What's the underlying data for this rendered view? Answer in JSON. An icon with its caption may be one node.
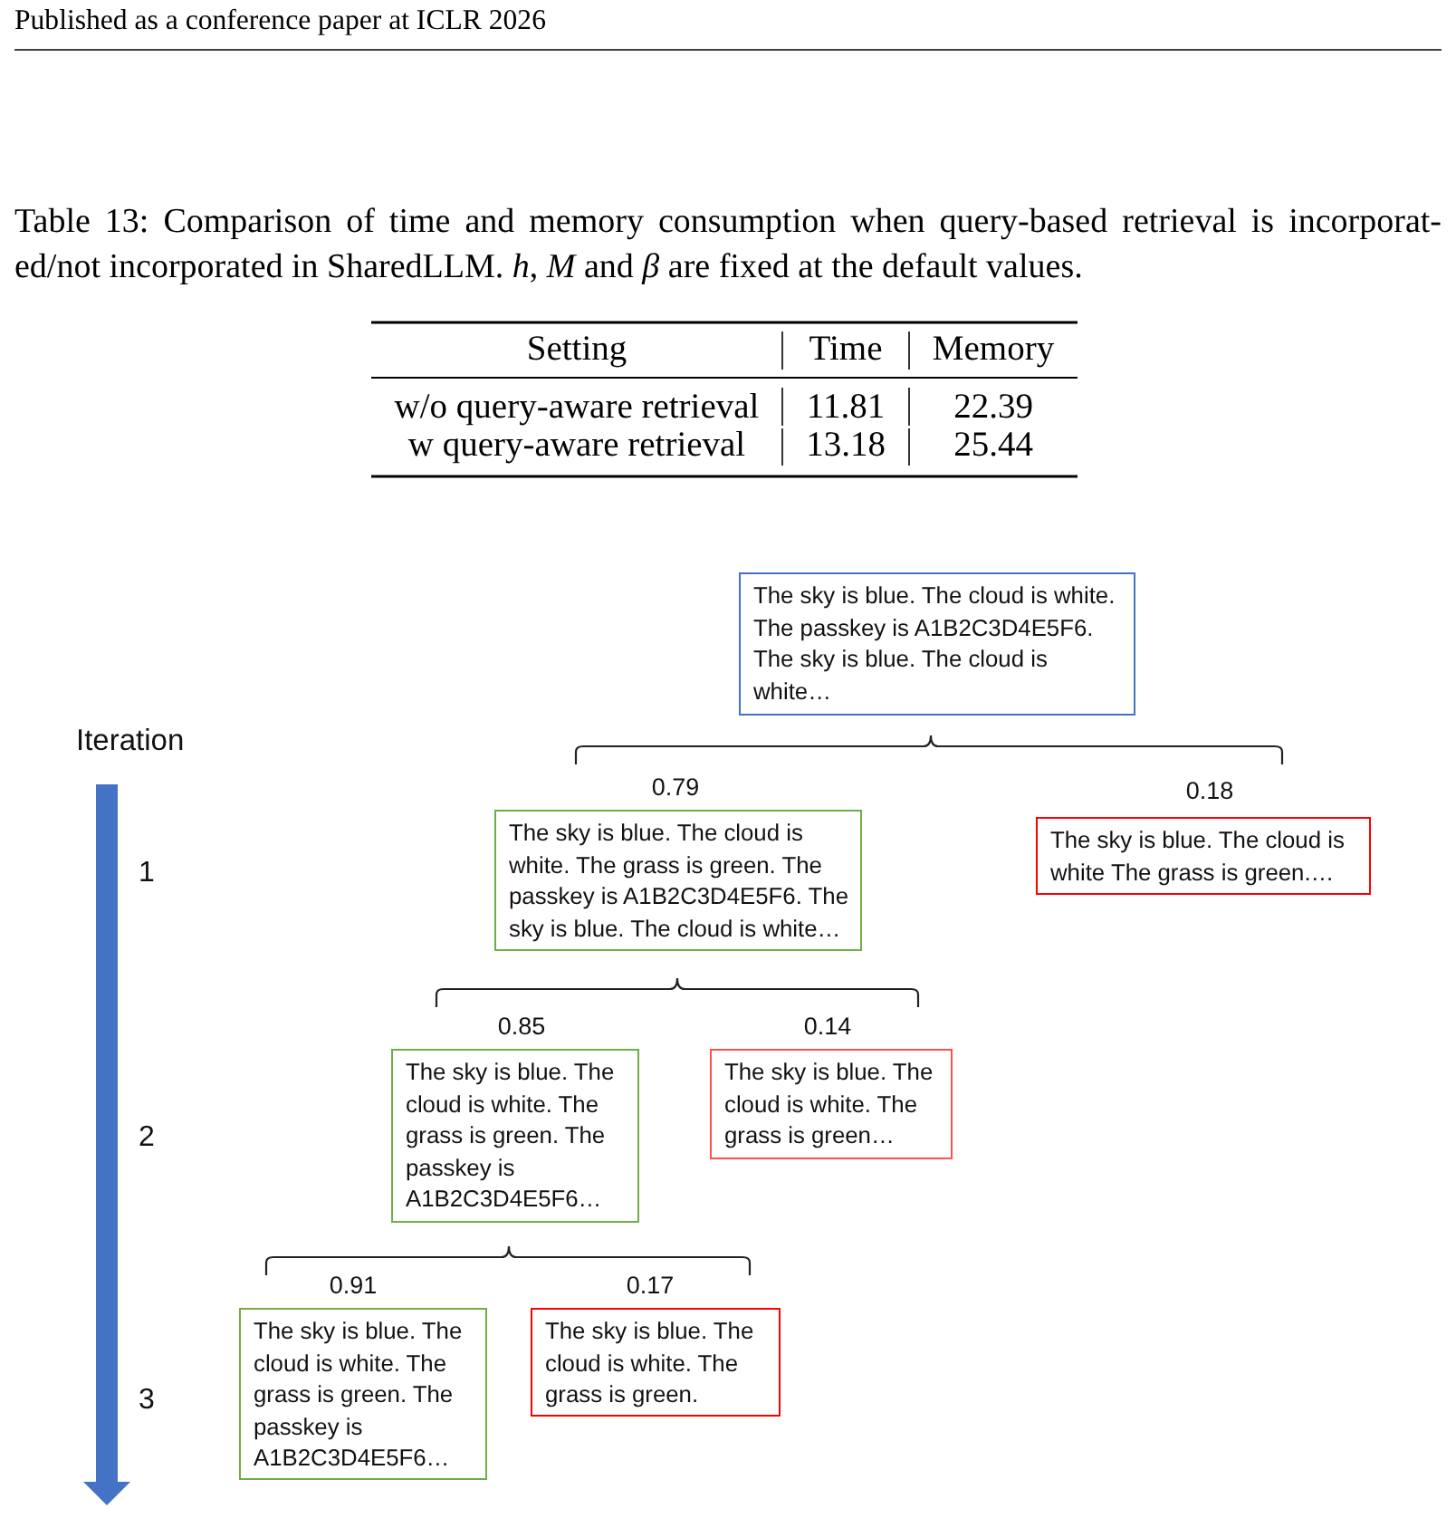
{
  "diagram": {
    "nodes": [
      {
        "text": [
          "The sky is blue. The cloud is white. The passkey is A1B2C3D4E5F6. The sky is blue. The cloud is white…"
        ]
      },
      {
        "text": [
          "The sky is blue. The cloud is white. The grass is green. The passkey is A1B2C3D4E5F6. The sky is blue. The cloud is white…"
        ],
        "beside": [
          "0.79"
        ]
      },
      {
        "text": [
          "The sky is blue. The cloud is white The grass is green.…"
        ],
        "beside": [
          "0.18"
        ]
      },
      {
        "text": [
          "The sky is blue. The cloud is white. The grass is green. The passkey is A1B2C3D4E5F6…"
        ],
        "beside": [
          "0.85"
        ]
      },
      {
        "text": [
          "The sky is blue. The cloud is white. The grass is green…"
        ],
        "beside": [
          "0.14"
        ]
      },
      {
        "text": [
          "The sky is blue. The cloud is white. The grass is green. The passkey is A1B2C3D4E5F6…"
        ],
        "beside": [
          "0.91"
        ]
      },
      {
        "text": [
          "The sky is blue. The cloud is white. The grass is green."
        ],
        "beside": [
          "0.17"
        ]
      }
    ],
    "labels": [
      "Published as a conference paper at ICLR 2026",
      "Table 13: Comparison of time and memory consumption when query-based retrieval is incorporat-ed/not incorporated in SharedLLM. *h*, *M* and *β* are fixed at the default values.",
      "Setting",
      "Time",
      "Memory",
      "w/o query-aware retrieval",
      "11.81",
      "22.39",
      "w query-aware retrieval",
      "13.18",
      "25.44",
      "Iteration",
      "1",
      "2",
      "3"
    ]
  }
}
